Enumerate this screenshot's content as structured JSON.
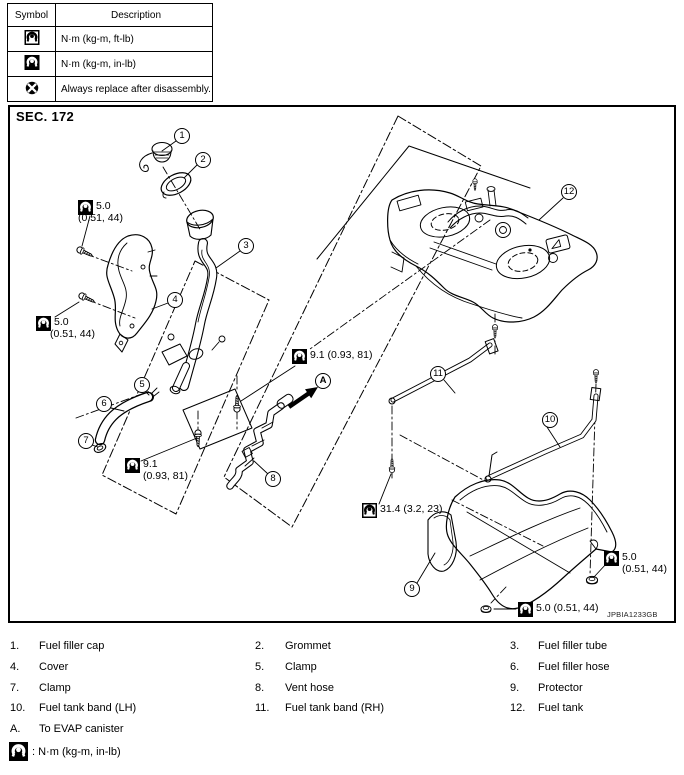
{
  "legend": {
    "col_symbol": "Symbol",
    "col_description": "Description",
    "rows": [
      {
        "icon": "torque-ft-lb-icon",
        "description": "N·m (kg-m, ft-lb)"
      },
      {
        "icon": "torque-in-lb-icon",
        "description": "N·m (kg-m, in-lb)"
      },
      {
        "icon": "replace-icon",
        "description": "Always replace after disassembly."
      }
    ]
  },
  "diagram": {
    "section_label": "SEC. 172",
    "figure_id": "JPBIA1233GB",
    "direction_label": "A",
    "callouts": [
      "1",
      "2",
      "3",
      "4",
      "5",
      "6",
      "7",
      "8",
      "9",
      "10",
      "11",
      "12"
    ],
    "torques": [
      {
        "value": "5.0",
        "sub": "(0.51, 44)",
        "unit_style": "in-lb"
      },
      {
        "value": "5.0",
        "sub": "(0.51, 44)",
        "unit_style": "in-lb"
      },
      {
        "value": "9.1 (0.93, 81)",
        "sub": "",
        "unit_style": "in-lb"
      },
      {
        "value": "9.1",
        "sub": "(0.93, 81)",
        "unit_style": "in-lb"
      },
      {
        "value": "31.4 (3.2, 23)",
        "sub": "",
        "unit_style": "ft-lb"
      },
      {
        "value": "5.0",
        "sub": "(0.51, 44)",
        "unit_style": "in-lb"
      },
      {
        "value": "5.0 (0.51, 44)",
        "sub": "",
        "unit_style": "in-lb"
      }
    ]
  },
  "parts": [
    {
      "num": "1.",
      "label": "Fuel filler cap"
    },
    {
      "num": "2.",
      "label": "Grommet"
    },
    {
      "num": "3.",
      "label": "Fuel filler tube"
    },
    {
      "num": "4.",
      "label": "Cover"
    },
    {
      "num": "5.",
      "label": "Clamp"
    },
    {
      "num": "6.",
      "label": "Fuel filler hose"
    },
    {
      "num": "7.",
      "label": "Clamp"
    },
    {
      "num": "8.",
      "label": "Vent hose"
    },
    {
      "num": "9.",
      "label": "Protector"
    },
    {
      "num": "10.",
      "label": "Fuel tank band (LH)"
    },
    {
      "num": "11.",
      "label": "Fuel tank band (RH)"
    },
    {
      "num": "12.",
      "label": "Fuel tank"
    }
  ],
  "reference": {
    "num": "A.",
    "label": "To EVAP canister"
  },
  "note": ": N·m (kg-m, in-lb)"
}
